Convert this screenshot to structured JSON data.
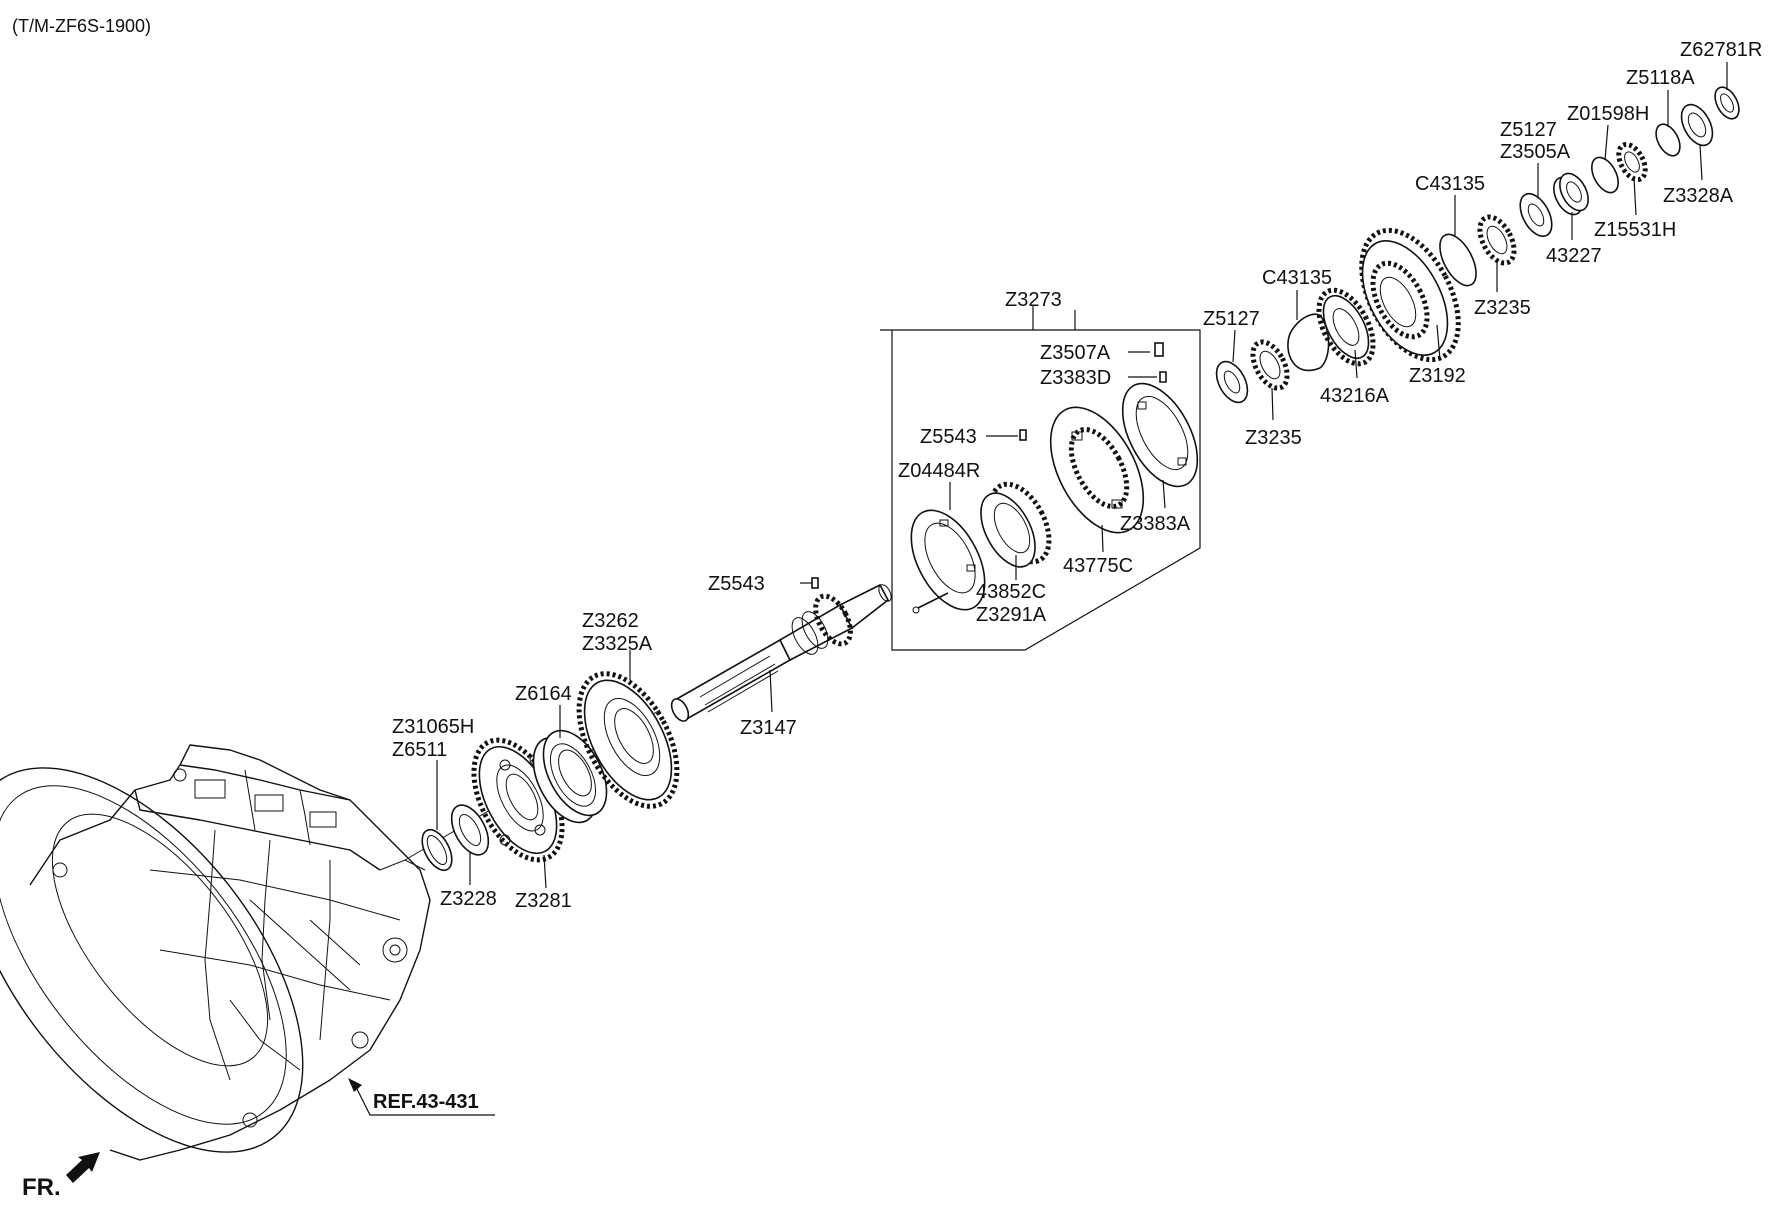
{
  "header": "(T/M-ZF6S-1900)",
  "reference": "REF.43-431",
  "front_label": "FR.",
  "parts": [
    "Z62781R",
    "Z5118A",
    "Z01598H",
    "Z5127",
    "Z3505A",
    "C43135",
    "Z3328A",
    "Z15531H",
    "43227",
    "Z3235",
    "C43135",
    "Z5127",
    "Z3192",
    "43216A",
    "Z3235",
    "Z3273",
    "Z3507A",
    "Z3383D",
    "Z5543",
    "Z04484R",
    "Z3383A",
    "43775C",
    "43852C",
    "Z3291A",
    "Z5543",
    "Z3262",
    "Z3325A",
    "Z6164",
    "Z3147",
    "Z31065H",
    "Z6511",
    "Z3228",
    "Z3281"
  ]
}
